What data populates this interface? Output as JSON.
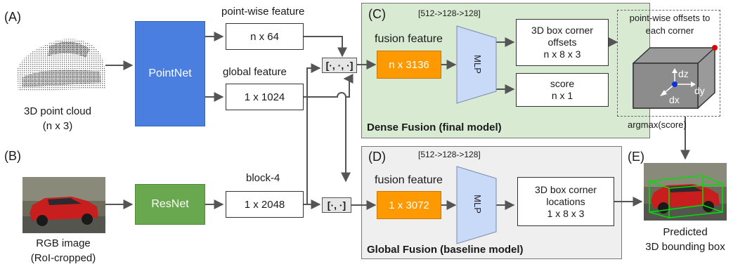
{
  "labels": {
    "a": "(A)",
    "b": "(B)",
    "c": "(C)",
    "d": "(D)",
    "e": "(E)"
  },
  "inputs": {
    "point_cloud_title": "3D point cloud",
    "point_cloud_shape": "(n x 3)",
    "rgb_title": "RGB image",
    "rgb_sub": "(RoI-cropped)"
  },
  "networks": {
    "pointnet": "PointNet",
    "resnet": "ResNet"
  },
  "features": {
    "pointwise_label": "point-wise feature",
    "pointwise_shape": "n x 64",
    "global_label": "global feature",
    "global_shape": "1 x 1024",
    "block_label": "block-4",
    "block_shape": "1 x 2048",
    "concat_top": "[·, ·, ·]",
    "concat_bottom": "[·, ·]"
  },
  "dense": {
    "mlp_spec": "[512->128->128]",
    "fusion_label": "fusion feature",
    "fusion_shape": "n x 3136",
    "mlp": "MLP",
    "offsets_line1": "3D box corner",
    "offsets_line2": "offsets",
    "offsets_line3": "n x 8 x 3",
    "score_line1": "score",
    "score_line2": "n x 1",
    "inset_line1": "point-wise offsets to",
    "inset_line2": "each corner",
    "dz": "dz",
    "dy": "dy",
    "dx": "dx",
    "argmax": "argmax(score)",
    "title": "Dense Fusion (final model)"
  },
  "global": {
    "mlp_spec": "[512->128->128]",
    "fusion_label": "fusion feature",
    "fusion_shape": "1 x 3072",
    "mlp": "MLP",
    "loc_line1": "3D box corner",
    "loc_line2": "locations",
    "loc_line3": "1 x 8 x 3",
    "title": "Global Fusion (baseline model)"
  },
  "output": {
    "line1": "Predicted",
    "line2": "3D bounding box"
  },
  "colors": {
    "pointnet": "#4a7fe0",
    "resnet": "#6aa84f",
    "fusion": "#ff9900",
    "mlp": "#c9daf8",
    "dense_bg": "#d9ead3",
    "global_bg": "#efefef",
    "concat_bg": "#e6e6e6",
    "cuboid": "#8c8c8c",
    "red_dot": "#e00000",
    "blue_dot": "#1030e0",
    "bbox_line": "#00e000"
  }
}
